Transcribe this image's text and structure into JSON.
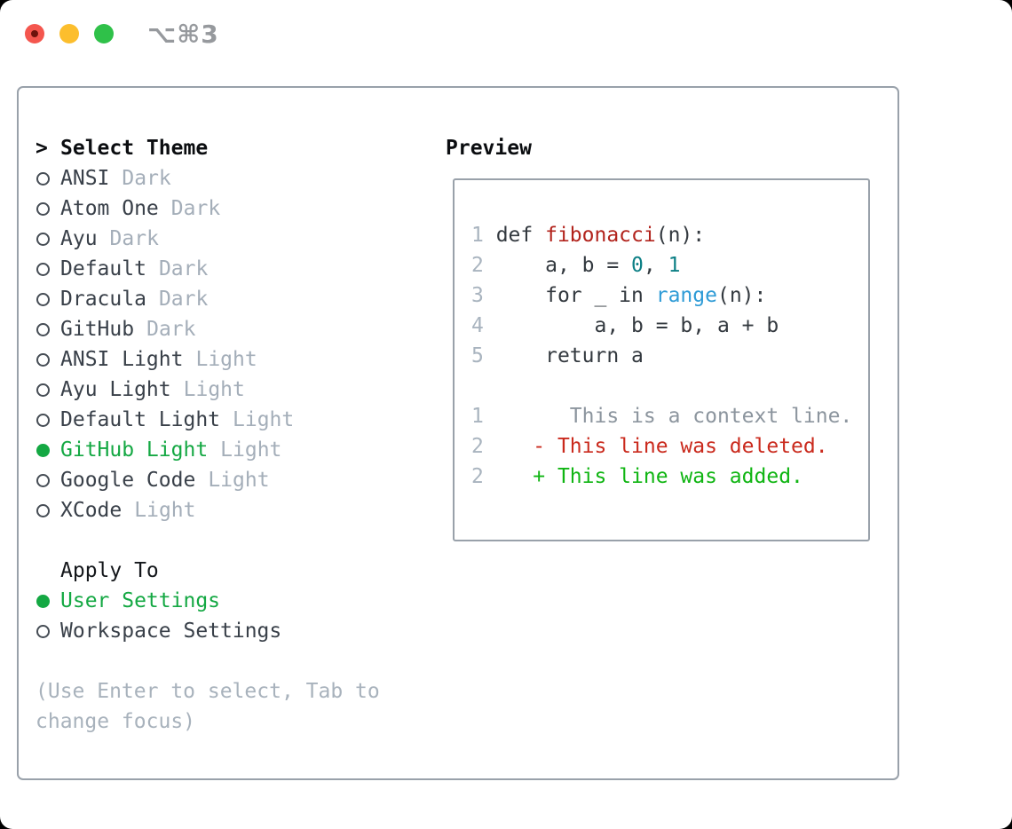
{
  "titlebar": {
    "title": "⌥⌘3",
    "buttons": [
      {
        "name": "close"
      },
      {
        "name": "minimize"
      },
      {
        "name": "zoom"
      }
    ]
  },
  "theme_panel": {
    "cursor": ">",
    "title": "Select Theme",
    "themes": [
      {
        "name": "ANSI",
        "variant": "Dark",
        "selected": false
      },
      {
        "name": "Atom One",
        "variant": "Dark",
        "selected": false
      },
      {
        "name": "Ayu",
        "variant": "Dark",
        "selected": false
      },
      {
        "name": "Default",
        "variant": "Dark",
        "selected": false
      },
      {
        "name": "Dracula",
        "variant": "Dark",
        "selected": false
      },
      {
        "name": "GitHub",
        "variant": "Dark",
        "selected": false
      },
      {
        "name": "ANSI Light",
        "variant": "Light",
        "selected": false
      },
      {
        "name": "Ayu Light",
        "variant": "Light",
        "selected": false
      },
      {
        "name": "Default Light",
        "variant": "Light",
        "selected": false
      },
      {
        "name": "GitHub Light",
        "variant": "Light",
        "selected": true
      },
      {
        "name": "Google Code",
        "variant": "Light",
        "selected": false
      },
      {
        "name": "XCode",
        "variant": "Light",
        "selected": false
      }
    ],
    "apply_to": {
      "title": "Apply To",
      "options": [
        {
          "name": "User Settings",
          "selected": true
        },
        {
          "name": "Workspace Settings",
          "selected": false
        }
      ]
    },
    "hint": [
      "(Use Enter to select, Tab to",
      "change focus)"
    ]
  },
  "preview": {
    "title": "Preview",
    "lines": [
      [
        "1 ",
        "def ",
        "fibonacci",
        "(n):"
      ],
      [
        "2 ",
        "    a, b = ",
        "0",
        ", ",
        "1"
      ],
      [
        "3 ",
        "    for _ in ",
        "range",
        "(n):"
      ],
      [
        "4 ",
        "        a, b = b, a + b"
      ],
      [
        "5 ",
        "    return a"
      ],
      [],
      [
        "1",
        "       This is a context line."
      ],
      [
        "2",
        "    - This line was deleted."
      ],
      [
        "2",
        "    + This line was added."
      ]
    ]
  },
  "colors": {
    "accent_green": "#14a843",
    "diff_added_green": "#10b513",
    "diff_deleted_red": "#ca2a1d",
    "syntax_function_red": "#b2231c",
    "syntax_number_teal": "#0c7f85",
    "syntax_call_blue": "#2e9bd6",
    "line_number_gray": "#a9b4bf",
    "muted_gray": "#a4aeb9",
    "border_gray": "#99a1aa",
    "traffic_close": "#f4564e",
    "traffic_minimize": "#fcbe2d",
    "traffic_zoom": "#2fc149"
  }
}
